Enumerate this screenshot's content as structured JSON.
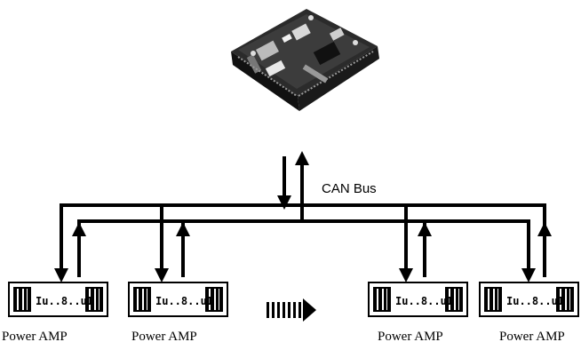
{
  "diagram": {
    "bus_label": "CAN Bus",
    "controller_icon": "circuit-board-icon",
    "direction_icon": "striped-right-arrow-icon",
    "amplifier_icon": "power-amplifier-icon",
    "amplifiers": [
      {
        "label": "Power AMP",
        "display": "Iu..8..uI"
      },
      {
        "label": "Power AMP",
        "display": "Iu..8..uI"
      },
      {
        "label": "Power AMP",
        "display": "Iu..8..uI"
      },
      {
        "label": "Power AMP",
        "display": "Iu..8..uI"
      }
    ]
  }
}
